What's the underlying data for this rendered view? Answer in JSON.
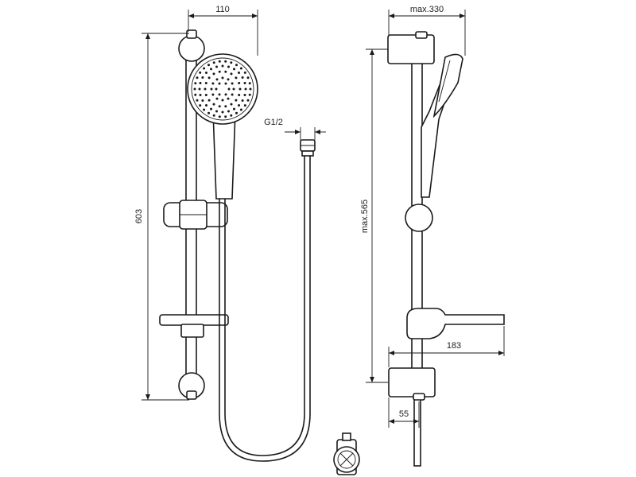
{
  "dimensions": {
    "front_width": "110",
    "front_height": "603",
    "hose_thread": "G1/2",
    "side_max_width": "max.330",
    "side_max_height": "max.565",
    "shelf_depth": "183",
    "wall_offset": "55"
  }
}
